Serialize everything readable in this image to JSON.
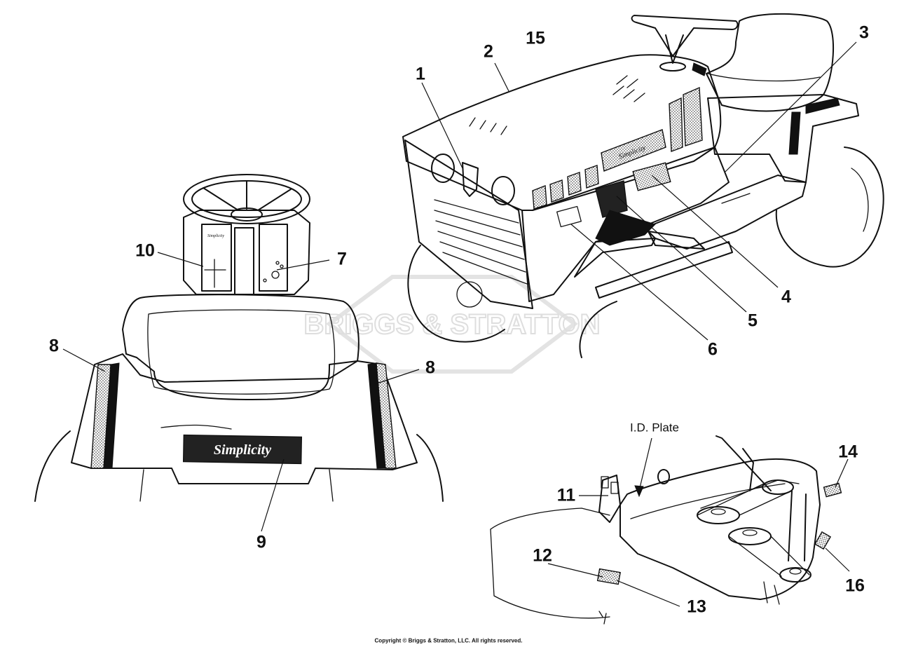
{
  "callouts": [
    {
      "id": "1",
      "label": "1"
    },
    {
      "id": "2",
      "label": "2"
    },
    {
      "id": "3",
      "label": "3"
    },
    {
      "id": "4",
      "label": "4"
    },
    {
      "id": "5",
      "label": "5"
    },
    {
      "id": "6",
      "label": "6"
    },
    {
      "id": "7",
      "label": "7"
    },
    {
      "id": "8a",
      "label": "8"
    },
    {
      "id": "8b",
      "label": "8"
    },
    {
      "id": "9",
      "label": "9"
    },
    {
      "id": "10",
      "label": "10"
    },
    {
      "id": "11",
      "label": "11"
    },
    {
      "id": "12",
      "label": "12"
    },
    {
      "id": "13",
      "label": "13"
    },
    {
      "id": "14",
      "label": "14"
    },
    {
      "id": "15",
      "label": "15"
    },
    {
      "id": "16",
      "label": "16"
    },
    {
      "id": "idplate",
      "label": "I.D. Plate"
    }
  ],
  "watermark_text": "BRIGGS & STRATTON",
  "copyright": "Copyright © Briggs & Stratton, LLC. All rights reserved.",
  "colors": {
    "ink": "#111111",
    "watermark": "#dedede",
    "background": "#ffffff"
  }
}
